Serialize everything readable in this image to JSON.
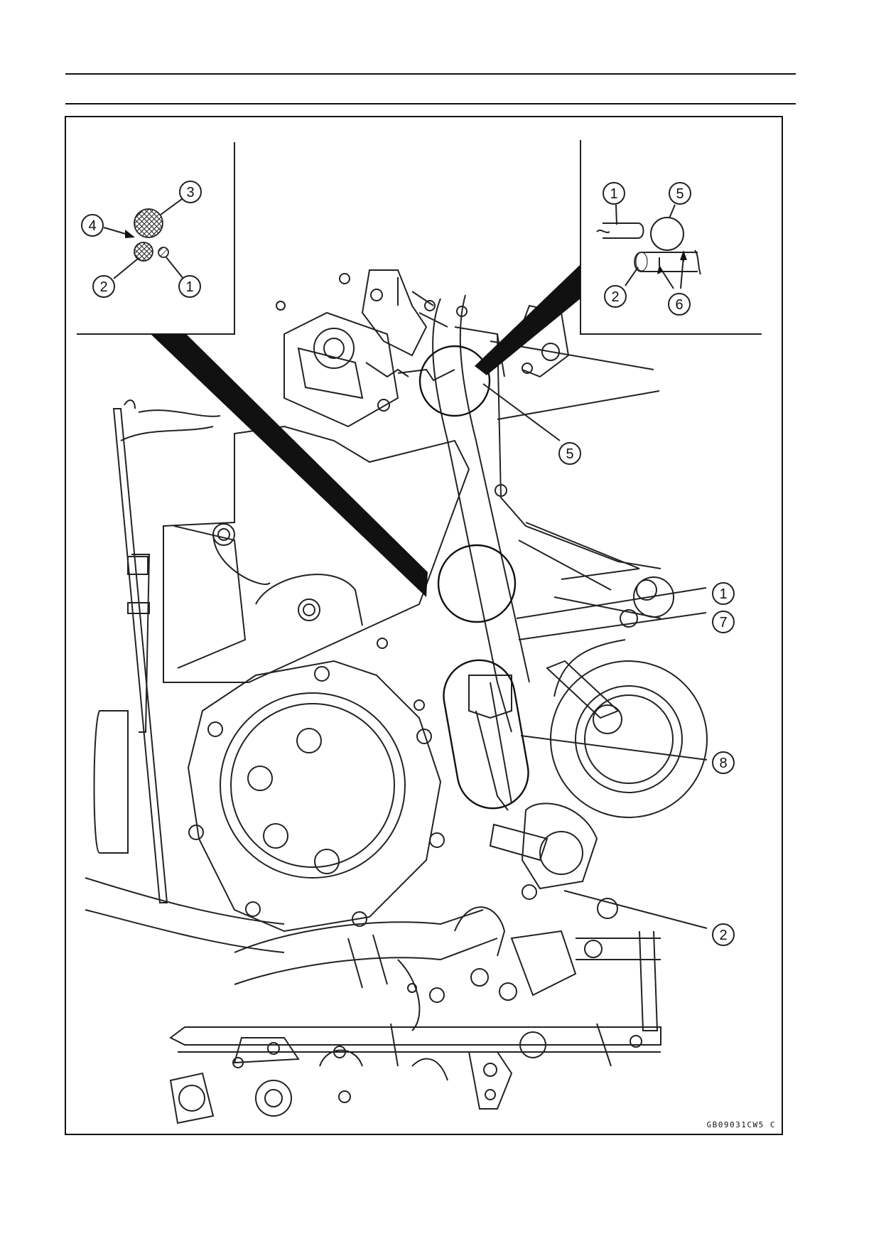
{
  "figure": {
    "code": "GB09031CW5  C"
  },
  "inset_left": {
    "callouts": [
      "3",
      "4",
      "2",
      "1"
    ]
  },
  "inset_right": {
    "callouts": [
      "1",
      "5",
      "2",
      "6"
    ]
  },
  "main_callouts": [
    "5",
    "1",
    "7",
    "8",
    "2"
  ]
}
